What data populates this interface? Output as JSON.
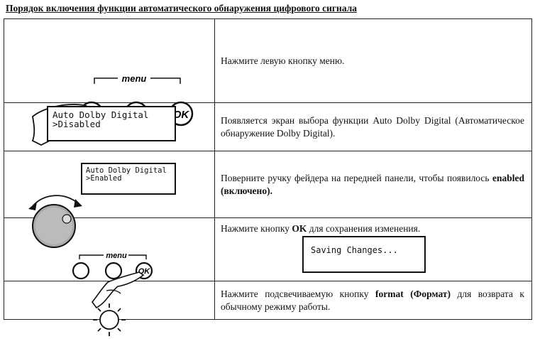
{
  "title": "Порядок включения функции автоматического обнаружения цифрового сигнала",
  "labels": {
    "menu": "menu",
    "ok": "OK"
  },
  "steps": [
    {
      "text": "Нажмите левую кнопку меню."
    },
    {
      "text": "Появляется экран выбора функции Auto Dolby Digital (Автоматическое обнаружение Dolby Digital).",
      "lcd": [
        "Auto Dolby Digital",
        ">Disabled"
      ]
    },
    {
      "text_before": "Поверните ручку фейдера на передней панели, чтобы появилось ",
      "text_bold": "enabled (включено).",
      "lcd": [
        "Auto Dolby Digital",
        ">Enabled"
      ]
    },
    {
      "text_before": "Нажмите кнопку ",
      "text_bold": "OK",
      "text_after": " для сохранения изменения.",
      "lcd": [
        "Saving Changes..."
      ]
    },
    {
      "text_before": "Нажмите подсвечиваемую кнопку ",
      "text_bold": "format (Формат)",
      "text_after": " для возврата к обычному режиму работы."
    }
  ]
}
